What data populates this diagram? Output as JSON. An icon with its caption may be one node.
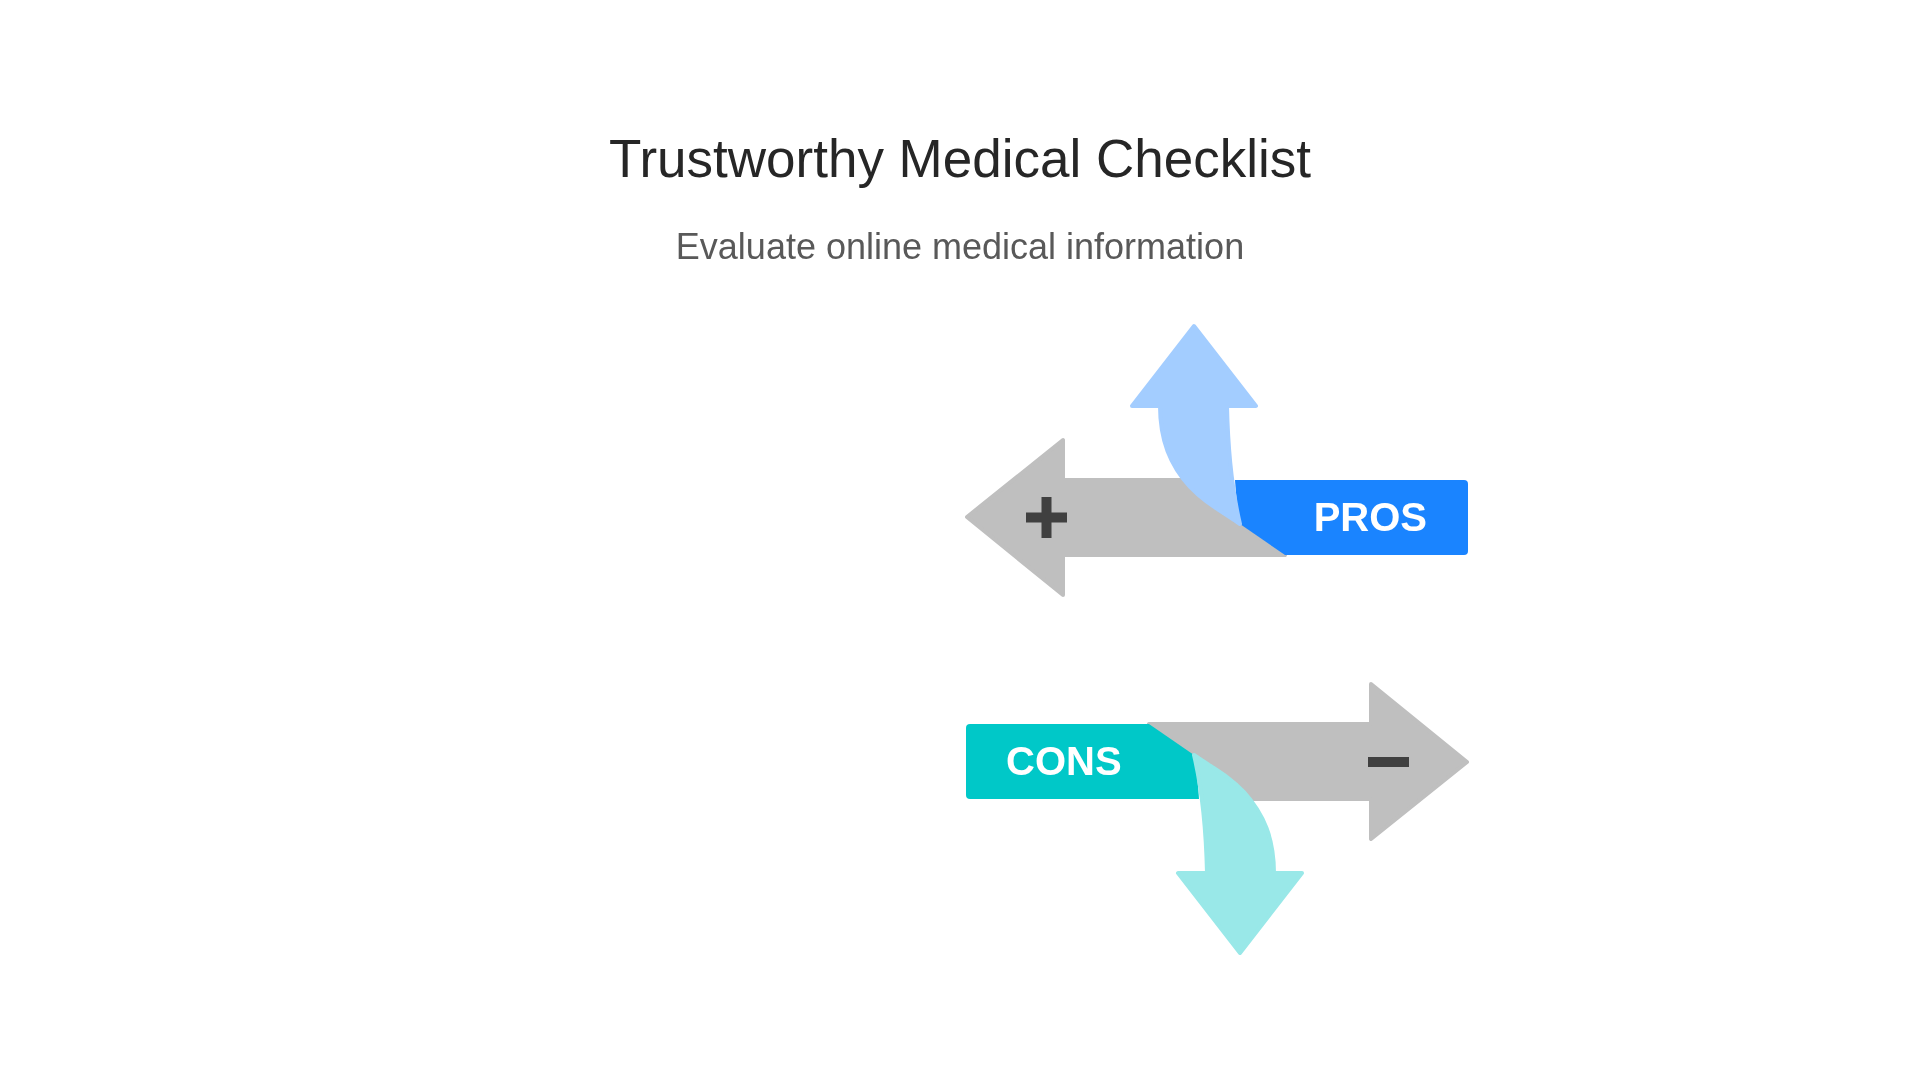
{
  "diagram": {
    "title": "Trustworthy Medical Checklist",
    "nodes": [
      {
        "text": [
          "PROS"
        ]
      },
      {
        "text": [
          "CONS"
        ]
      }
    ],
    "labels": [
      "Evaluate online medical information"
    ]
  }
}
